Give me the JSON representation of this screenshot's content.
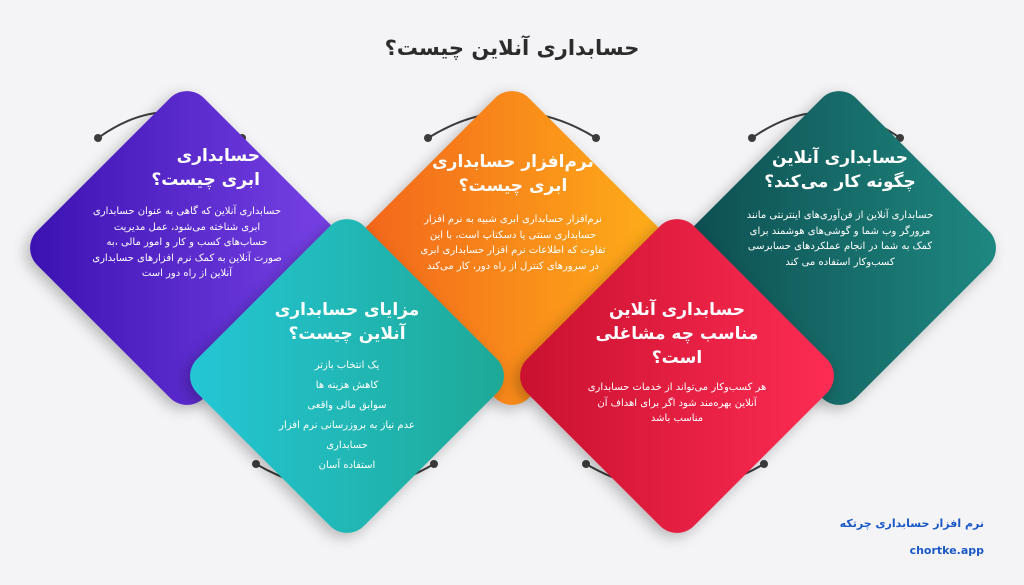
{
  "page": {
    "title": "حسابداری آنلاین چیست؟"
  },
  "cards": {
    "cloud": {
      "title_line1": "حسابداری",
      "title_line2": "ابری چیست؟",
      "text": "حسابداری آنلاین که گاهی به عنوان حسابداری ابری شناخته می‌شود، عمل مدیریت حساب‌های کسب و کار و امور مالی ،به صورت آنلاین به کمک نرم افزارهای حسابداری آنلاین از راه دور است",
      "color_top": "#7b45e8",
      "color_bottom": "#3a10b0"
    },
    "software": {
      "title_line1": "نرم‌افزار حسابداری",
      "title_line2": "ابری چیست؟",
      "text": "نرم‌افزار حسابداری ابری شبیه به نرم افزار حسابداری سنتی یا دسکتاپ است، با این تفاوت که اطلاعات نرم افزار حسابداری ابری در سرورهای کنترل از راه دور، کار می‌کند",
      "color_top": "#ffb21a",
      "color_bottom": "#f2621b"
    },
    "how": {
      "title_line1": "حسابداری آنلاین",
      "title_line2": "چگونه کار می‌کند؟",
      "text": "حسابداری آنلاین از فن‌آوری‌های اینترنتی مانند مرورگر وب شما و گوشی‌های هوشمند برای کمک به شما در انجام عملکردهای حسابرسی کسب‌وکار استفاده می کند",
      "color_top": "#1f8a82",
      "color_bottom": "#0d4b4e"
    },
    "benefits": {
      "title_line1": "مزایای حسابداری",
      "title_line2": "آنلاین چیست؟",
      "items": [
        "یک انتخاب بازتر",
        "کاهش هزینه ها",
        "سوابق مالی واقعی",
        "عدم نیاز به بروزرسانی نرم افزار",
        "حسابداری",
        "استفاده آسان"
      ],
      "color_top": "#1ea895",
      "color_bottom": "#24c7d7"
    },
    "jobs": {
      "title_line1": "حسابداری آنلاین",
      "title_line2": "مناسب چه مشاغلی",
      "title_line3": "است؟",
      "text": "هر کسب‌وکار می‌تواند از خدمات حسابداری آنلاین بهره‌مند شود اگر برای اهداف آن مناسب باشد",
      "color_top": "#ff2d55",
      "color_bottom": "#c8102e"
    }
  },
  "footer": {
    "brand": "نرم افزار حسابداری چرتکه",
    "url": "chortke.app"
  }
}
